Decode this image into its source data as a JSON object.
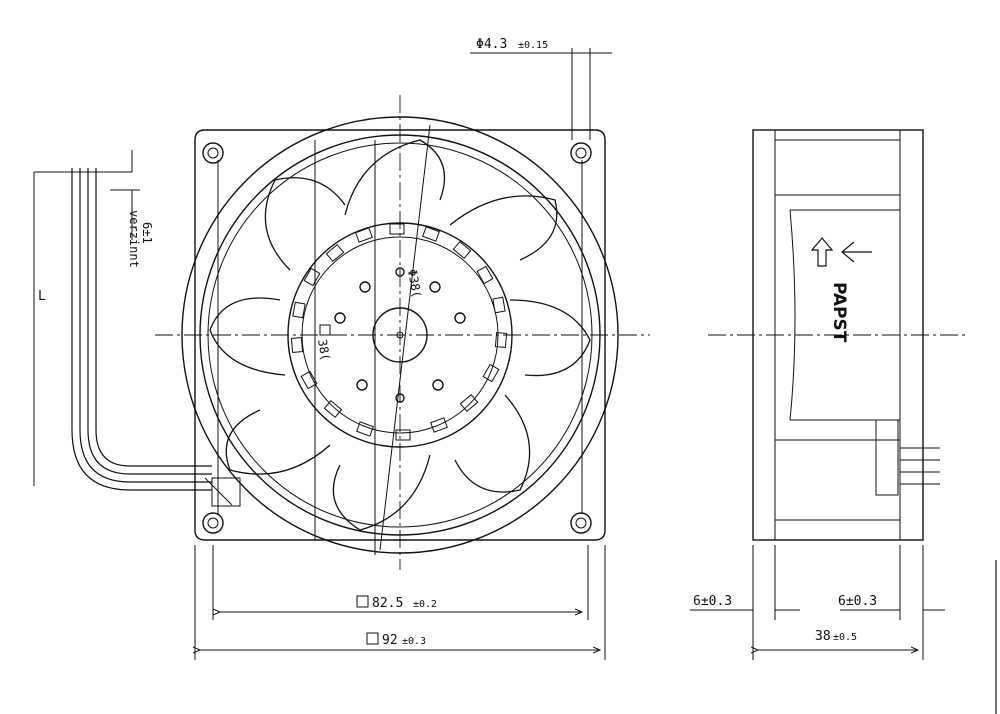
{
  "drawing": {
    "front_view": {
      "hole_diameter": "Φ4.3",
      "hole_tolerance": "±0.15",
      "hole_spacing": "82.5",
      "hole_spacing_tolerance": "±0.2",
      "frame_size": "92",
      "frame_size_tolerance": "±0.3",
      "hub_diameter_label": "Φ38(",
      "hub_square_label": "38(",
      "cable_length_label": "L",
      "cable_strip_label": "6±1",
      "cable_strip_note": "verzinnt"
    },
    "side_view": {
      "left_offset": "6±0.3",
      "right_offset": "6±0.3",
      "depth": "38",
      "depth_tolerance": "±0.5",
      "brand": "PAPST"
    }
  }
}
